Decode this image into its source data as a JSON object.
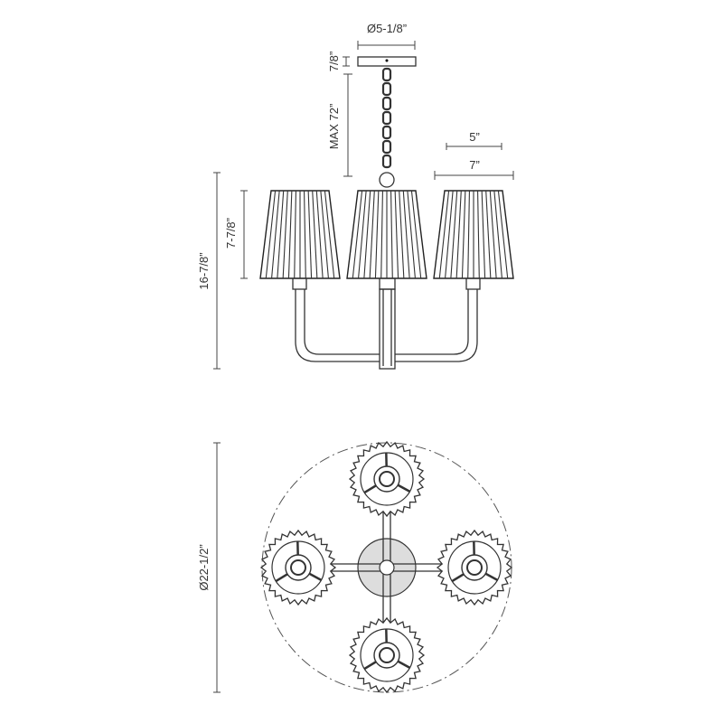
{
  "dimensions": {
    "canopy_diameter": "Ø5-1/8”",
    "canopy_height": "7/8”",
    "chain_length": "MAX 72”",
    "shade_top": "5”",
    "shade_bottom": "7”",
    "shade_height": "7-7/8”",
    "body_height": "16-7/8”",
    "overall_diameter": "Ø22-1/2”"
  },
  "colors": {
    "line": "#333333",
    "hub": "#dddddd"
  }
}
